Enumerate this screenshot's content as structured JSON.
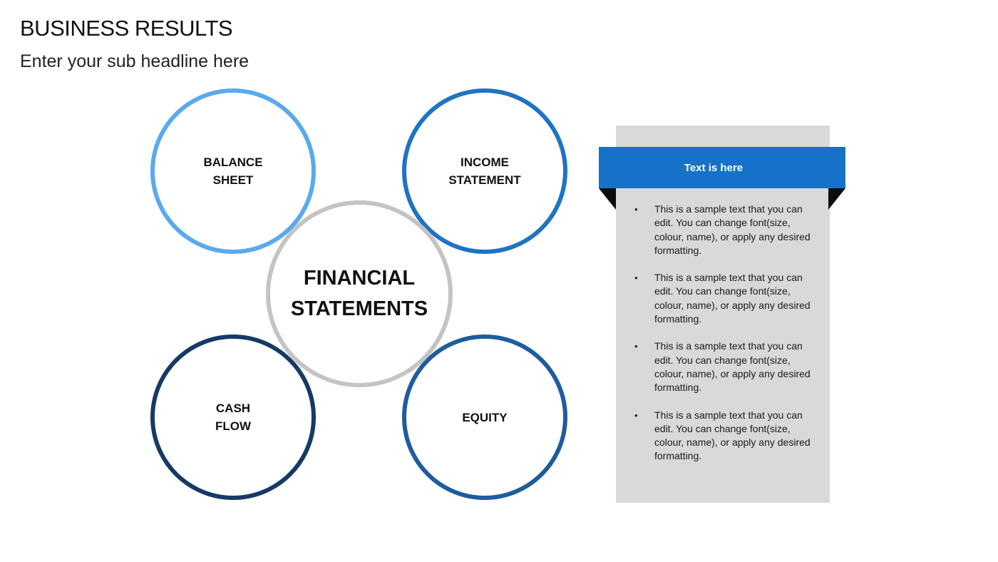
{
  "header": {
    "title": "BUSINESS RESULTS",
    "subtitle": "Enter your sub headline here"
  },
  "diagram": {
    "center": "FINANCIAL\nSTATEMENTS",
    "nodes": {
      "balance_sheet": "BALANCE\nSHEET",
      "income_statement": "INCOME\nSTATEMENT",
      "cash_flow": "CASH\nFLOW",
      "equity": "EQUITY"
    },
    "colors": {
      "balance_sheet": "#5aa9ee",
      "income_statement": "#1f73c4",
      "cash_flow": "#163a66",
      "equity": "#1e5c9e",
      "center": "#c4c4c4"
    }
  },
  "panel": {
    "banner_title": "Text is here",
    "banner_color": "#1572c8",
    "bullet_glyph": "•",
    "bullets": [
      "This is a sample text that you can edit. You can change font(size, colour, name), or apply any desired formatting.",
      "This is a sample text that you can edit. You can change font(size, colour, name), or apply any desired formatting.",
      "This is a sample text that you can edit. You can change font(size, colour, name), or apply any desired formatting.",
      "This is a sample text that you can edit. You can change font(size, colour, name), or apply any desired formatting."
    ]
  }
}
